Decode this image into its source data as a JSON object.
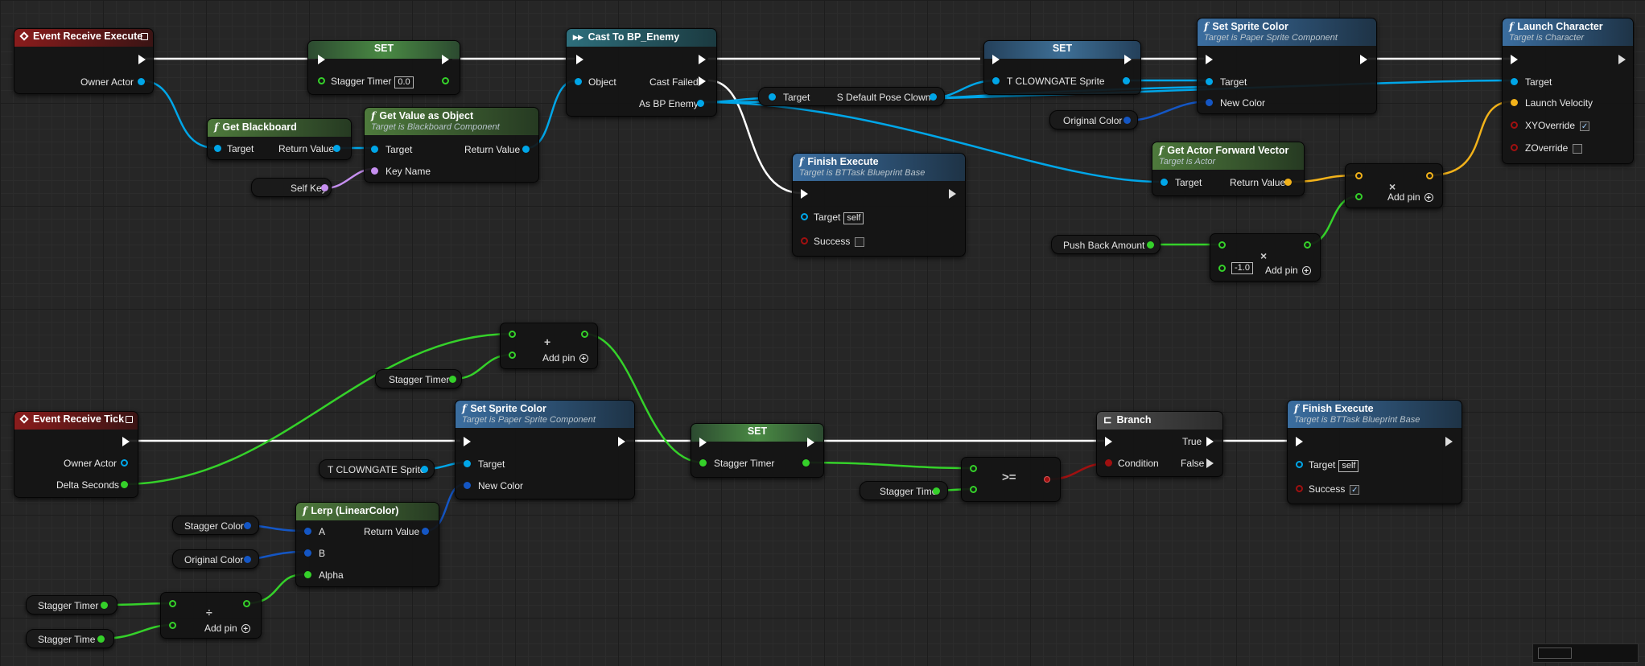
{
  "colors": {
    "exec": "#ffffff",
    "object": "#00a6e8",
    "float": "#35d12a",
    "struct": "#1456c4",
    "name": "#c68ff0",
    "vector": "#f2b21a",
    "bool": "#8a0a0a",
    "event_header": "#8a1c1c",
    "function_header": "#3b6ea0",
    "pure_header": "#4e7a3c"
  },
  "nodes": {
    "event_execute": {
      "title": "Event Receive Execute",
      "pin_owner": "Owner Actor"
    },
    "set_top": {
      "title": "SET",
      "pin_stagger": "Stagger Timer",
      "stagger_value": "0.0"
    },
    "get_blackboard": {
      "title": "Get Blackboard",
      "pin_target": "Target",
      "pin_return": "Return Value"
    },
    "get_value_obj": {
      "title": "Get Value as Object",
      "subtitle": "Target is Blackboard Component",
      "pin_target": "Target",
      "pin_key": "Key Name",
      "pin_return": "Return Value"
    },
    "self_key": {
      "label": "Self Key"
    },
    "cast": {
      "title": "Cast To BP_Enemy",
      "pin_object": "Object",
      "pin_failed": "Cast Failed",
      "pin_as": "As BP Enemy"
    },
    "default_pose": {
      "pin_target": "Target",
      "pin_out": "S Default Pose Clown"
    },
    "finish_top": {
      "title": "Finish Execute",
      "subtitle": "Target is BTTask Blueprint Base",
      "pin_target": "Target",
      "target_value": "self",
      "pin_success": "Success"
    },
    "set_sprite_var": {
      "title": "SET",
      "pin": "T CLOWNGATE Sprite"
    },
    "original_color_top": {
      "label": "Original Color"
    },
    "set_sprite_color_top": {
      "title": "Set Sprite Color",
      "subtitle": "Target is Paper Sprite Component",
      "pin_target": "Target",
      "pin_color": "New Color"
    },
    "forward_vector": {
      "title": "Get Actor Forward Vector",
      "subtitle": "Target is Actor",
      "pin_target": "Target",
      "pin_return": "Return Value"
    },
    "multiply_vec": {
      "add_pin": "Add pin"
    },
    "push_back": {
      "label": "Push Back Amount"
    },
    "multiply_float": {
      "value": "-1.0",
      "add_pin": "Add pin"
    },
    "launch": {
      "title": "Launch Character",
      "subtitle": "Target is Character",
      "pin_target": "Target",
      "pin_velocity": "Launch Velocity",
      "pin_xy": "XYOverride",
      "pin_z": "ZOverride"
    },
    "add_node": {
      "add_pin": "Add pin"
    },
    "stagger_timer_getter": {
      "label": "Stagger Timer"
    },
    "event_tick": {
      "title": "Event Receive Tick",
      "pin_owner": "Owner Actor",
      "pin_delta": "Delta Seconds"
    },
    "clowngate_getter": {
      "label": "T CLOWNGATE Sprite"
    },
    "set_sprite_color_bottom": {
      "title": "Set Sprite Color",
      "subtitle": "Target is Paper Sprite Component",
      "pin_target": "Target",
      "pin_color": "New Color"
    },
    "lerp": {
      "title": "Lerp (LinearColor)",
      "pin_a": "A",
      "pin_b": "B",
      "pin_alpha": "Alpha",
      "pin_return": "Return Value"
    },
    "stagger_color": {
      "label": "Stagger Color"
    },
    "original_color_bottom": {
      "label": "Original Color"
    },
    "stagger_timer_bl": {
      "label": "Stagger Timer"
    },
    "stagger_time_bl": {
      "label": "Stagger Time"
    },
    "divide": {
      "add_pin": "Add pin"
    },
    "set_bottom": {
      "title": "SET",
      "pin_stagger": "Stagger Timer"
    },
    "stagger_time_mid": {
      "label": "Stagger Time"
    },
    "compare": {
      "op": ">="
    },
    "branch": {
      "title": "Branch",
      "pin_condition": "Condition",
      "pin_true": "True",
      "pin_false": "False"
    },
    "finish_bottom": {
      "title": "Finish Execute",
      "subtitle": "Target is BTTask Blueprint Base",
      "pin_target": "Target",
      "target_value": "self",
      "pin_success": "Success"
    }
  }
}
